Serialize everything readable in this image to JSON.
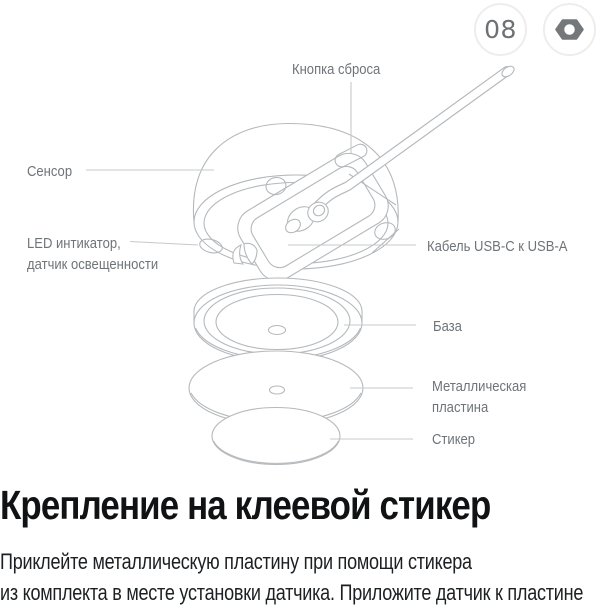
{
  "badges": {
    "step_number": "08",
    "nut_icon": "hexagon-nut-icon"
  },
  "diagram": {
    "labels": {
      "reset": "Кнопка сброса",
      "sensor": "Сенсор",
      "led_line1": "LED интикатор,",
      "led_line2": "датчик освещенности",
      "usb": "Кабель USB-C к USB-A",
      "base": "База",
      "plate_line1": "Металлическая",
      "plate_line2": "пластина",
      "sticker": "Стикер"
    }
  },
  "section": {
    "heading": "Крепление на клеевой стикер",
    "body_line1": "Приклейте металлическую пластину при помощи стикера",
    "body_line2": "из комплекта в месте установки датчика. Приложите датчик к пластине"
  },
  "colors": {
    "line_art": "#b5b9bc",
    "leader_line": "#c6c9cb",
    "label_text": "#6f7478",
    "heading_text": "#111213",
    "body_text": "#1d2022",
    "badge_border": "#ededee",
    "badge_text": "#6c7174",
    "nut_icon": "#74787a"
  }
}
